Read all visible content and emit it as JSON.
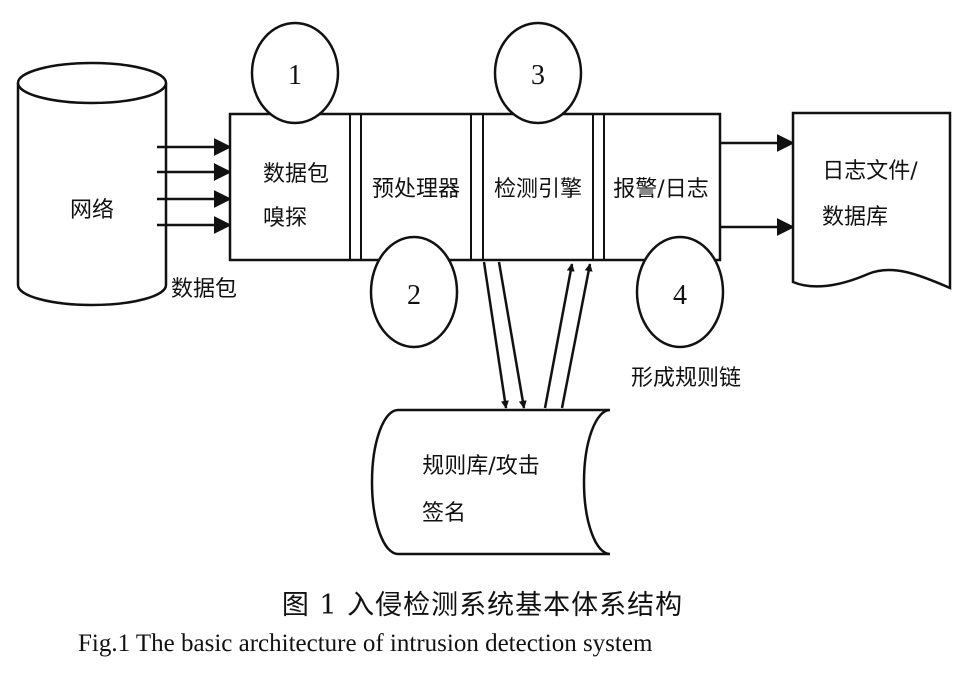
{
  "diagram": {
    "network_label": "网络",
    "packets_label": "数据包",
    "stage_sniffer_line1": "数据包",
    "stage_sniffer_line2": "嗅探",
    "stage_preprocessor": "预处理器",
    "stage_detection_engine": "检测引擎",
    "stage_alert_log": "报警/日志",
    "circle_1": "1",
    "circle_2": "2",
    "circle_3": "3",
    "circle_4": "4",
    "rule_chain_label": "形成规则链",
    "rules_db_line1": "规则库/攻击",
    "rules_db_line2": "签名",
    "log_file_line1": "日志文件/",
    "log_file_line2": "数据库"
  },
  "caption": {
    "cn": "图 1  入侵检测系统基本体系结构",
    "en": "Fig.1 The basic architecture of intrusion detection system"
  }
}
